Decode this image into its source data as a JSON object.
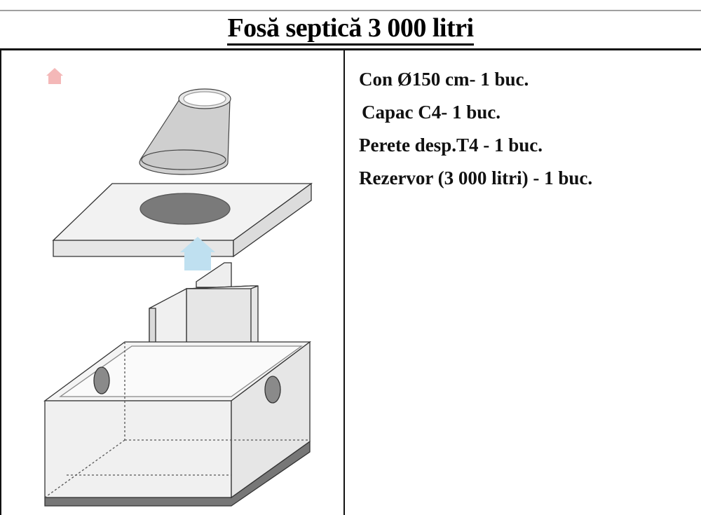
{
  "title": "Fosă septică 3 000 litri",
  "components": [
    {
      "label": "Con  Ø150 cm- 1 buc."
    },
    {
      "label": "Capac C4- 1 buc."
    },
    {
      "label": "Perete desp.T4 - 1 buc."
    },
    {
      "label": "Rezervor (3 000 litri) - 1 buc."
    }
  ]
}
